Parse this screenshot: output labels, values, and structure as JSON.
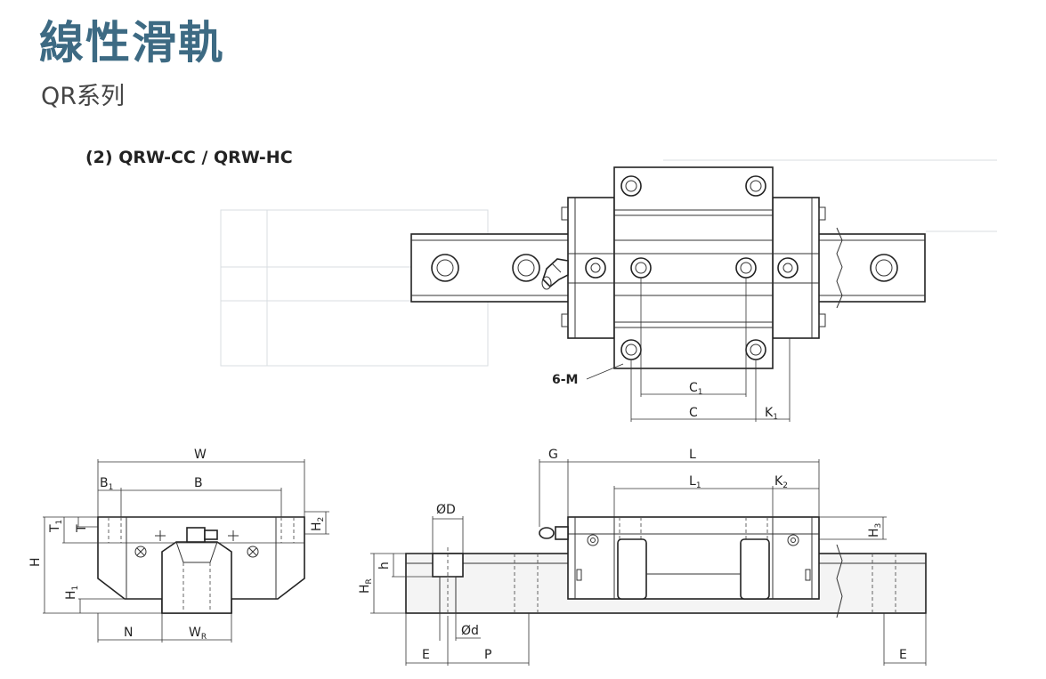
{
  "header": {
    "title": "線性滑軌",
    "subtitle": "QR系列",
    "model": "(2) QRW-CC / QRW-HC"
  },
  "colors": {
    "title": "#3d6a83",
    "line": "#222222"
  },
  "labels": {
    "six_m": "6-M",
    "c1_main": "C",
    "c1_sub": "1",
    "c_main": "C",
    "k1_main": "K",
    "k1_sub": "1",
    "w": "W",
    "b1_main": "B",
    "b1_sub": "1",
    "b": "B",
    "t1_main": "T",
    "t1_sub": "1",
    "t": "T",
    "h2_main": "H",
    "h2_sub": "2",
    "h": "H",
    "h1_main": "H",
    "h1_sub": "1",
    "n": "N",
    "wr_main": "W",
    "wr_sub": "R",
    "od_upper": "ØD",
    "hr_main": "H",
    "hr_sub": "R",
    "h_lower": "h",
    "od_lower": "Ød",
    "e_left": "E",
    "p": "P",
    "g": "G",
    "l": "L",
    "l1_main": "L",
    "l1_sub": "1",
    "k2_main": "K",
    "k2_sub": "2",
    "h3_main": "H",
    "h3_sub": "3",
    "e_right": "E"
  }
}
